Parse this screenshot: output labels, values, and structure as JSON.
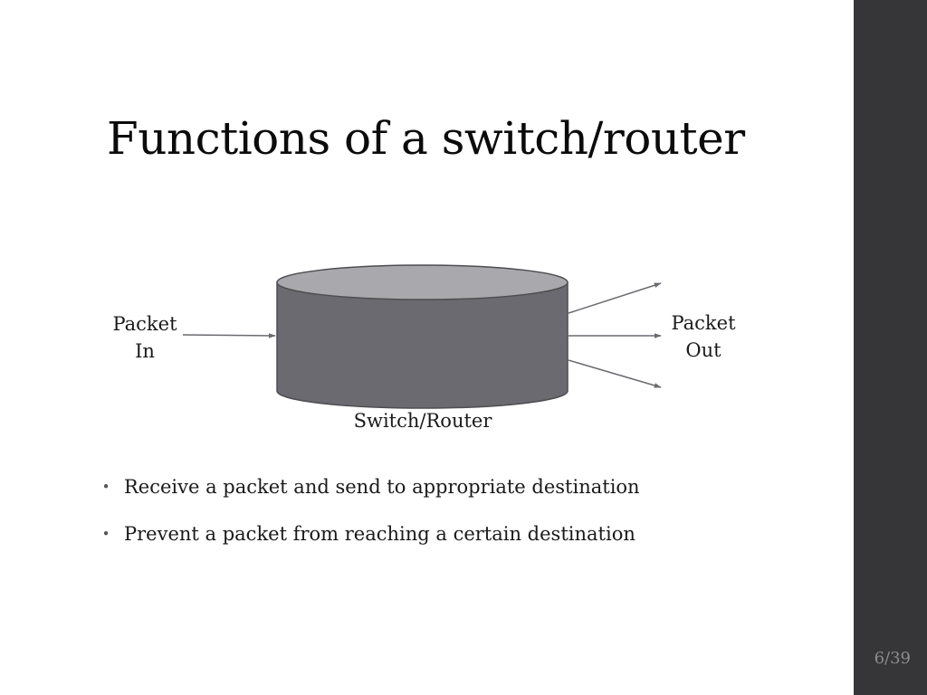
{
  "slide": {
    "title": "Functions of a switch/router",
    "page_number": "6/39"
  },
  "diagram": {
    "input_label_line1": "Packet",
    "input_label_line2": "In",
    "output_label_line1": "Packet",
    "output_label_line2": "Out",
    "device_label": "Switch/Router",
    "device_side_color": "#6b6a70",
    "device_top_color": "#a9a8ad",
    "arrow_color": "#6b6a70"
  },
  "bullets": [
    {
      "text": "Receive a packet and send to appropriate destination"
    },
    {
      "text": "Prevent a packet from reaching a certain destination"
    }
  ],
  "sidebar": {
    "color": "#363638"
  }
}
